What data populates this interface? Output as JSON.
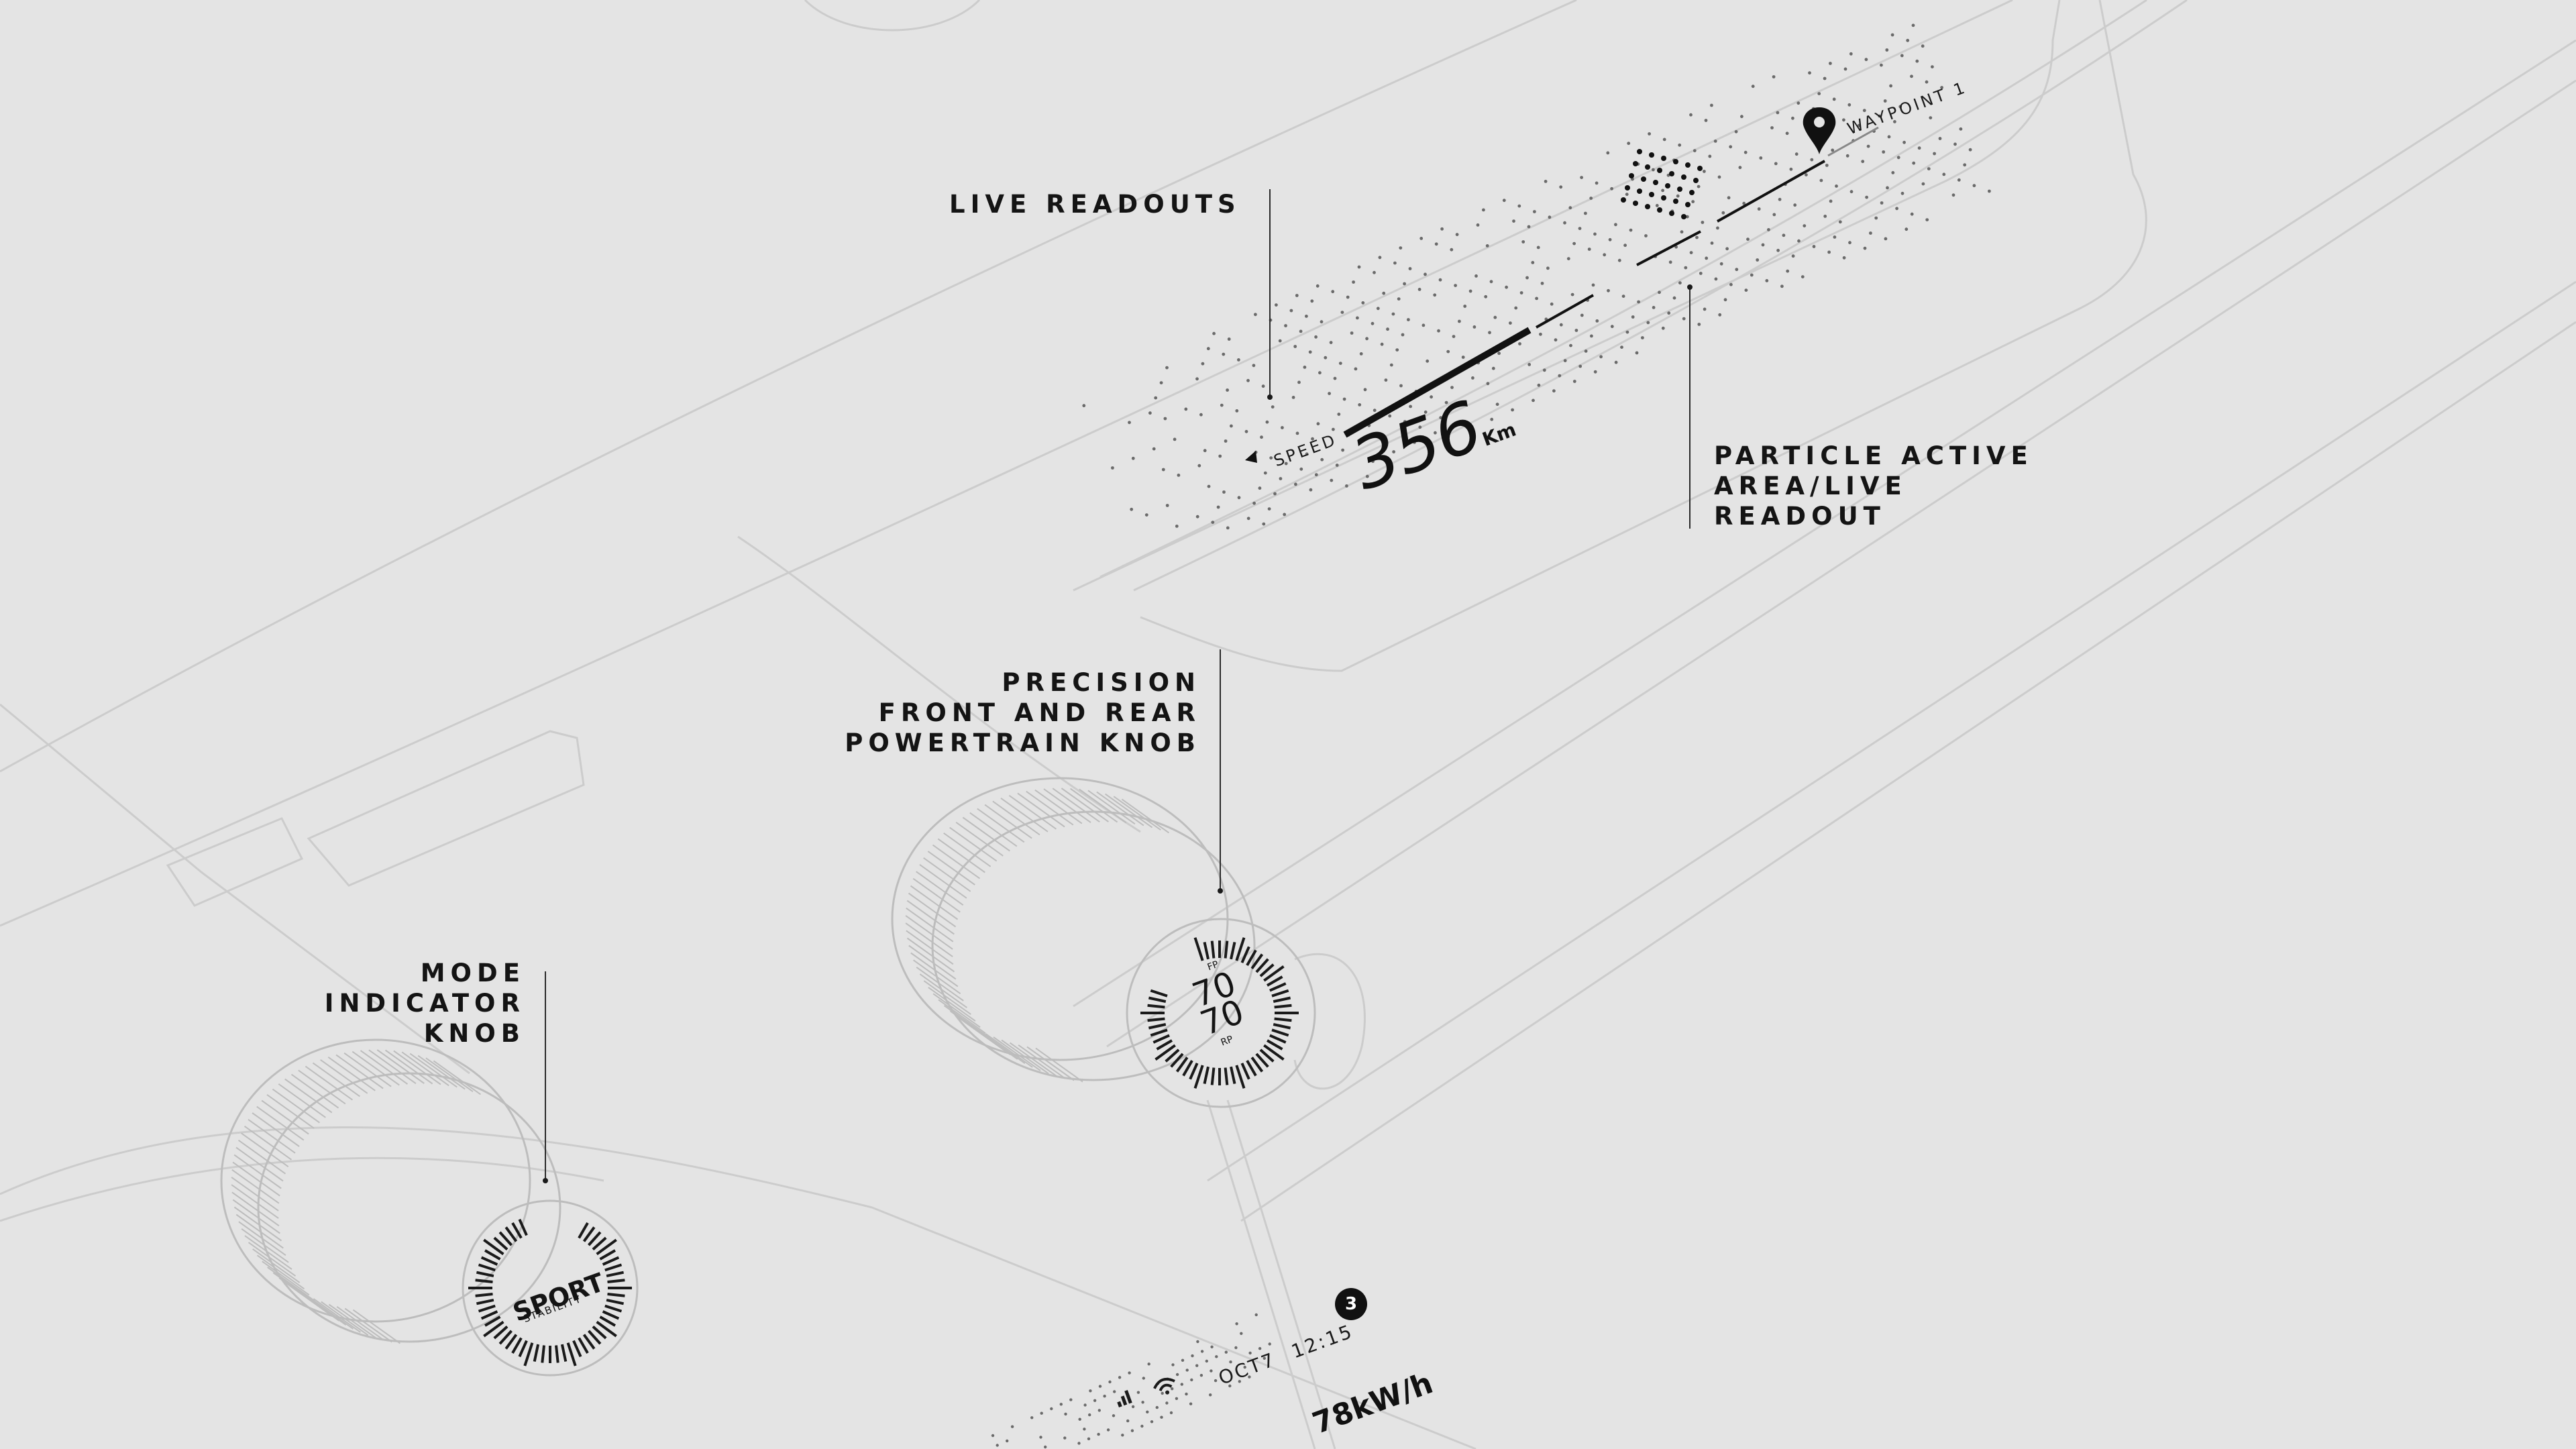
{
  "callouts": {
    "live_readouts": "LIVE READOUTS",
    "particle": [
      "PARTICLE ACTIVE",
      "AREA/LIVE",
      "READOUT"
    ],
    "precision_knob": [
      "PRECISION",
      "FRONT AND REAR",
      "POWERTRAIN KNOB"
    ],
    "mode_knob": [
      "MODE",
      "INDICATOR",
      "KNOB"
    ]
  },
  "dash_display": {
    "speed_label": "SPEED",
    "speed_value": "356",
    "speed_unit": "Km",
    "waypoint_label": "WAYPOINT 1"
  },
  "powertrain_knob": {
    "front_label": "FP",
    "rear_label": "RP",
    "front_value": "70",
    "rear_value": "70"
  },
  "mode_knob": {
    "mode": "SPORT",
    "submode": "STABILITY"
  },
  "status_bar": {
    "date": "OCT7",
    "time": "12:15",
    "notification_count": "3",
    "energy": "78kW/h",
    "signal_icon": "signal-bars-icon",
    "wifi_icon": "wifi-icon"
  },
  "colors": {
    "background": "#e4e4e4",
    "ink": "#141414",
    "sketch_line": "#c9c9c9"
  }
}
